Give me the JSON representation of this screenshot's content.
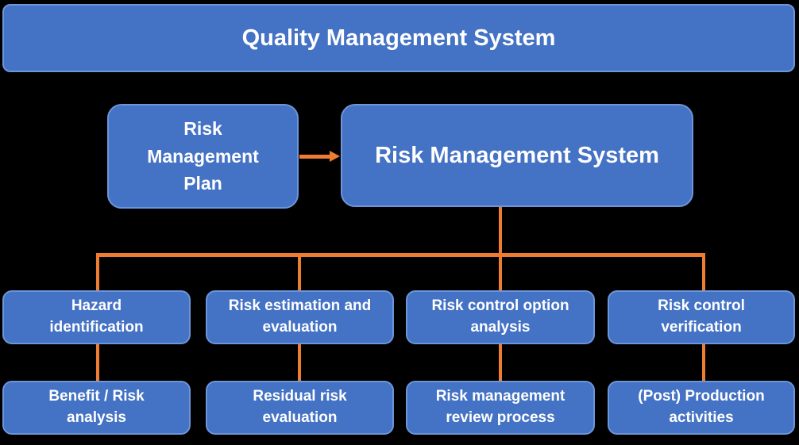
{
  "colors": {
    "background": "#000000",
    "box_fill": "#4472C4",
    "box_border": "#6C96D9",
    "connector": "#ED7D31",
    "text": "#FFFFFF"
  },
  "banner": {
    "label": "Quality Management System"
  },
  "flow": {
    "plan": {
      "label": "Risk\nManagement\nPlan"
    },
    "system": {
      "label": "Risk Management System"
    }
  },
  "columns": [
    {
      "top": "Hazard\nidentification",
      "bottom": "Benefit / Risk\nanalysis"
    },
    {
      "top": "Risk estimation and\nevaluation",
      "bottom": "Residual risk\nevaluation"
    },
    {
      "top": "Risk control option\nanalysis",
      "bottom": "Risk management\nreview process"
    },
    {
      "top": "Risk control\nverification",
      "bottom": "(Post) Production\nactivities"
    }
  ]
}
